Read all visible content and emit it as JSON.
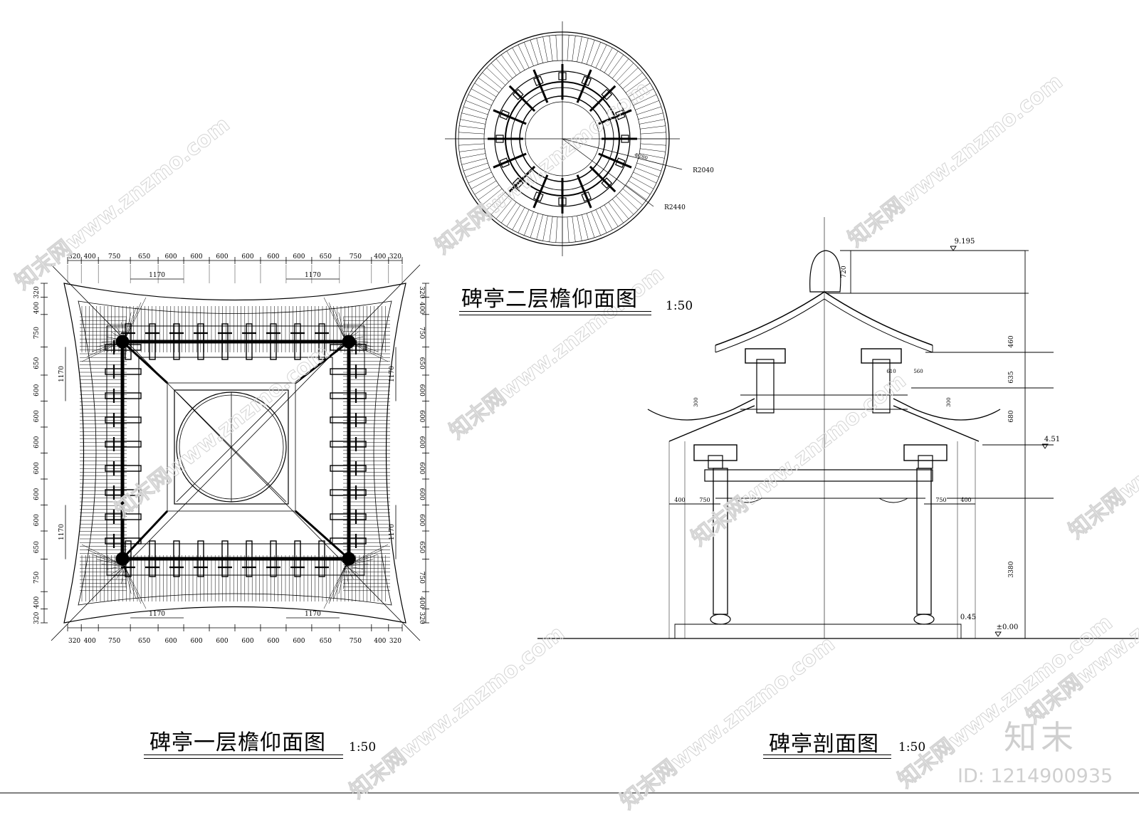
{
  "titles": {
    "second_eave": {
      "text": "碑亭二层檐仰面图",
      "scale": "1:50"
    },
    "first_eave": {
      "text": "碑亭一层檐仰面图",
      "scale": "1:50"
    },
    "section": {
      "text": "碑亭剖面图",
      "scale": "1:50"
    }
  },
  "circle_plan": {
    "r_inner_label": "R2040",
    "r_outer_label": "R2440",
    "center_label": "Φ280"
  },
  "square_plan": {
    "top_dims": [
      "320",
      "400",
      "750",
      "650",
      "600",
      "600",
      "600",
      "600",
      "600",
      "600",
      "650",
      "750",
      "400",
      "320"
    ],
    "bottom_dims": [
      "320",
      "400",
      "750",
      "650",
      "600",
      "600",
      "600",
      "600",
      "600",
      "600",
      "650",
      "750",
      "400",
      "320"
    ],
    "side_dims": [
      "320",
      "400",
      "750",
      "650",
      "600",
      "600",
      "600",
      "600",
      "600",
      "600",
      "650",
      "750",
      "400",
      "320"
    ],
    "span_label": "1170"
  },
  "section_plan": {
    "top_elev": "9.195",
    "mid_elev": "4.51",
    "base_elev": "0.45",
    "ground_elev": "±0.00",
    "right_dims": [
      "720",
      "460",
      "635",
      "680",
      "3380"
    ],
    "small_dims": [
      "610",
      "560",
      "300",
      "300"
    ],
    "left_base_dims": [
      "400",
      "750"
    ],
    "right_base_dims": [
      "750",
      "400"
    ]
  },
  "branding": {
    "logo": "知末",
    "id": "ID: 1214900935",
    "watermark": "知末网www.znzmo.com"
  }
}
